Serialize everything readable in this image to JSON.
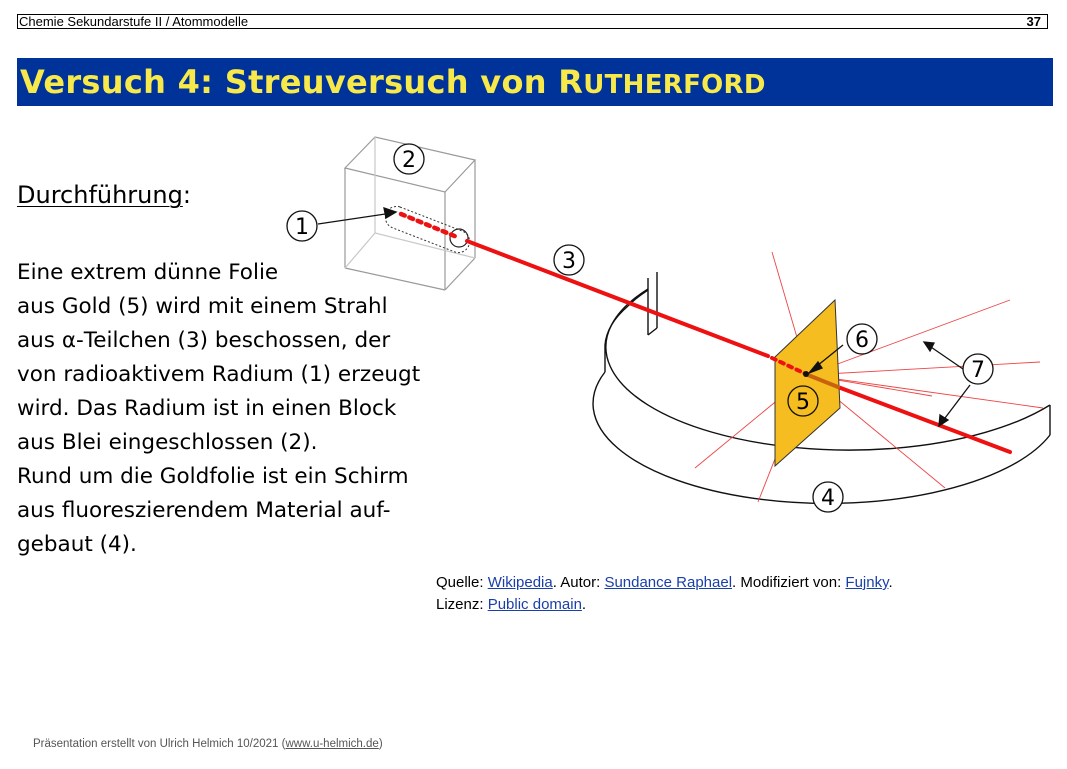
{
  "header": {
    "breadcrumb": "Chemie Sekundarstufe II / Atommodelle",
    "page_number": "37"
  },
  "title": {
    "prefix": "Versuch 4: Streuversuch von R",
    "smallcaps": "UTHERFORD"
  },
  "section": {
    "heading": "Durchführung",
    "colon": ":"
  },
  "body_lines": [
    "Eine extrem dünne Folie",
    "aus Gold (5) wird mit einem Strahl",
    "aus α-Teilchen (3) beschossen, der",
    "von radioaktivem Radium (1) erzeugt",
    "wird. Das Radium ist in einen Block",
    "aus Blei eingeschlossen (2).",
    "Rund um die Goldfolie ist ein Schirm",
    "aus fluoreszierendem Material auf-",
    "gebaut (4)."
  ],
  "diagram": {
    "labels": [
      "1",
      "2",
      "3",
      "4",
      "5",
      "6",
      "7"
    ],
    "colors": {
      "beam": "#ee1111",
      "foil": "#f5bd1f",
      "block": "#999999"
    }
  },
  "credits": {
    "source_label": "Quelle: ",
    "source_link": "Wikipedia",
    "author_label": ". Autor: ",
    "author_link": "Sundance Raphael",
    "modified_label": ". Modifiziert von: ",
    "modified_link": "Fujnky",
    "end1": ".",
    "license_label": "Lizenz: ",
    "license_link": "Public domain",
    "end2": "."
  },
  "footer": {
    "text": "Präsentation erstellt von Ulrich Helmich 10/2021 (",
    "link": "www.u-helmich.de",
    "close": ")"
  }
}
